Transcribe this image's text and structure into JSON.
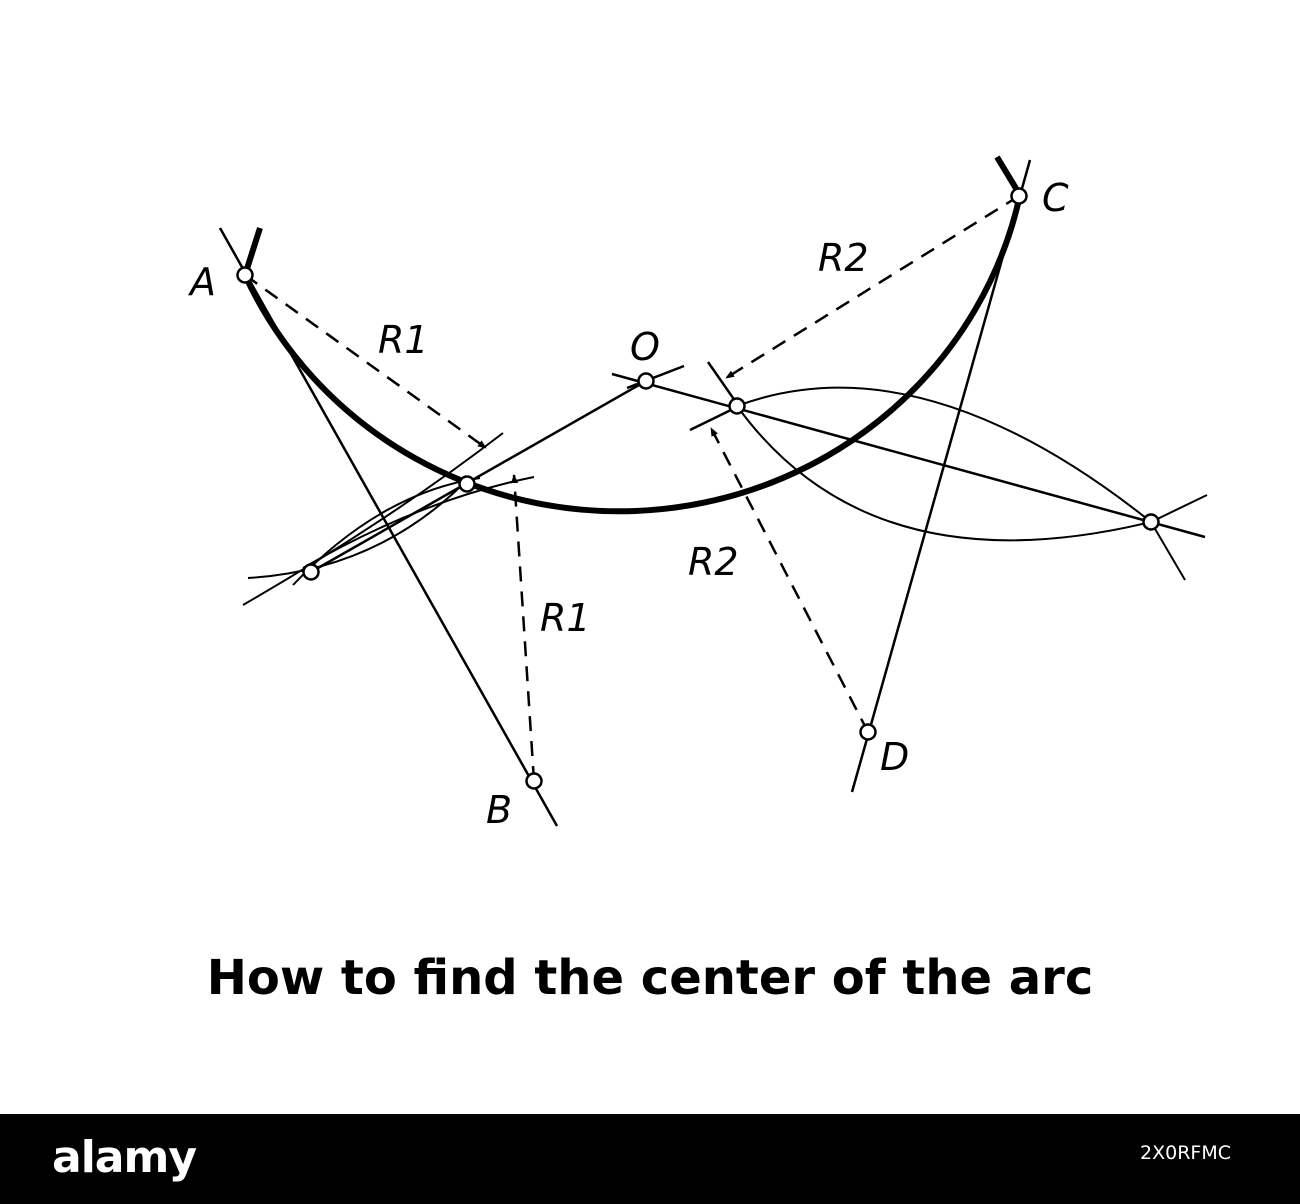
{
  "diagram": {
    "points": {
      "A": "A",
      "B": "B",
      "C": "C",
      "D": "D",
      "O": "O"
    },
    "radius_labels": {
      "r1_top": "R1",
      "r1_bottom": "R1",
      "r2_top": "R2",
      "r2_bottom": "R2"
    }
  },
  "caption": "How to find the center of the arc",
  "footer": {
    "logo": "alamy",
    "image_code": "2X0RFMC"
  },
  "colors": {
    "background": "#ffffff",
    "ink": "#000000",
    "footer_band": "#000000"
  }
}
